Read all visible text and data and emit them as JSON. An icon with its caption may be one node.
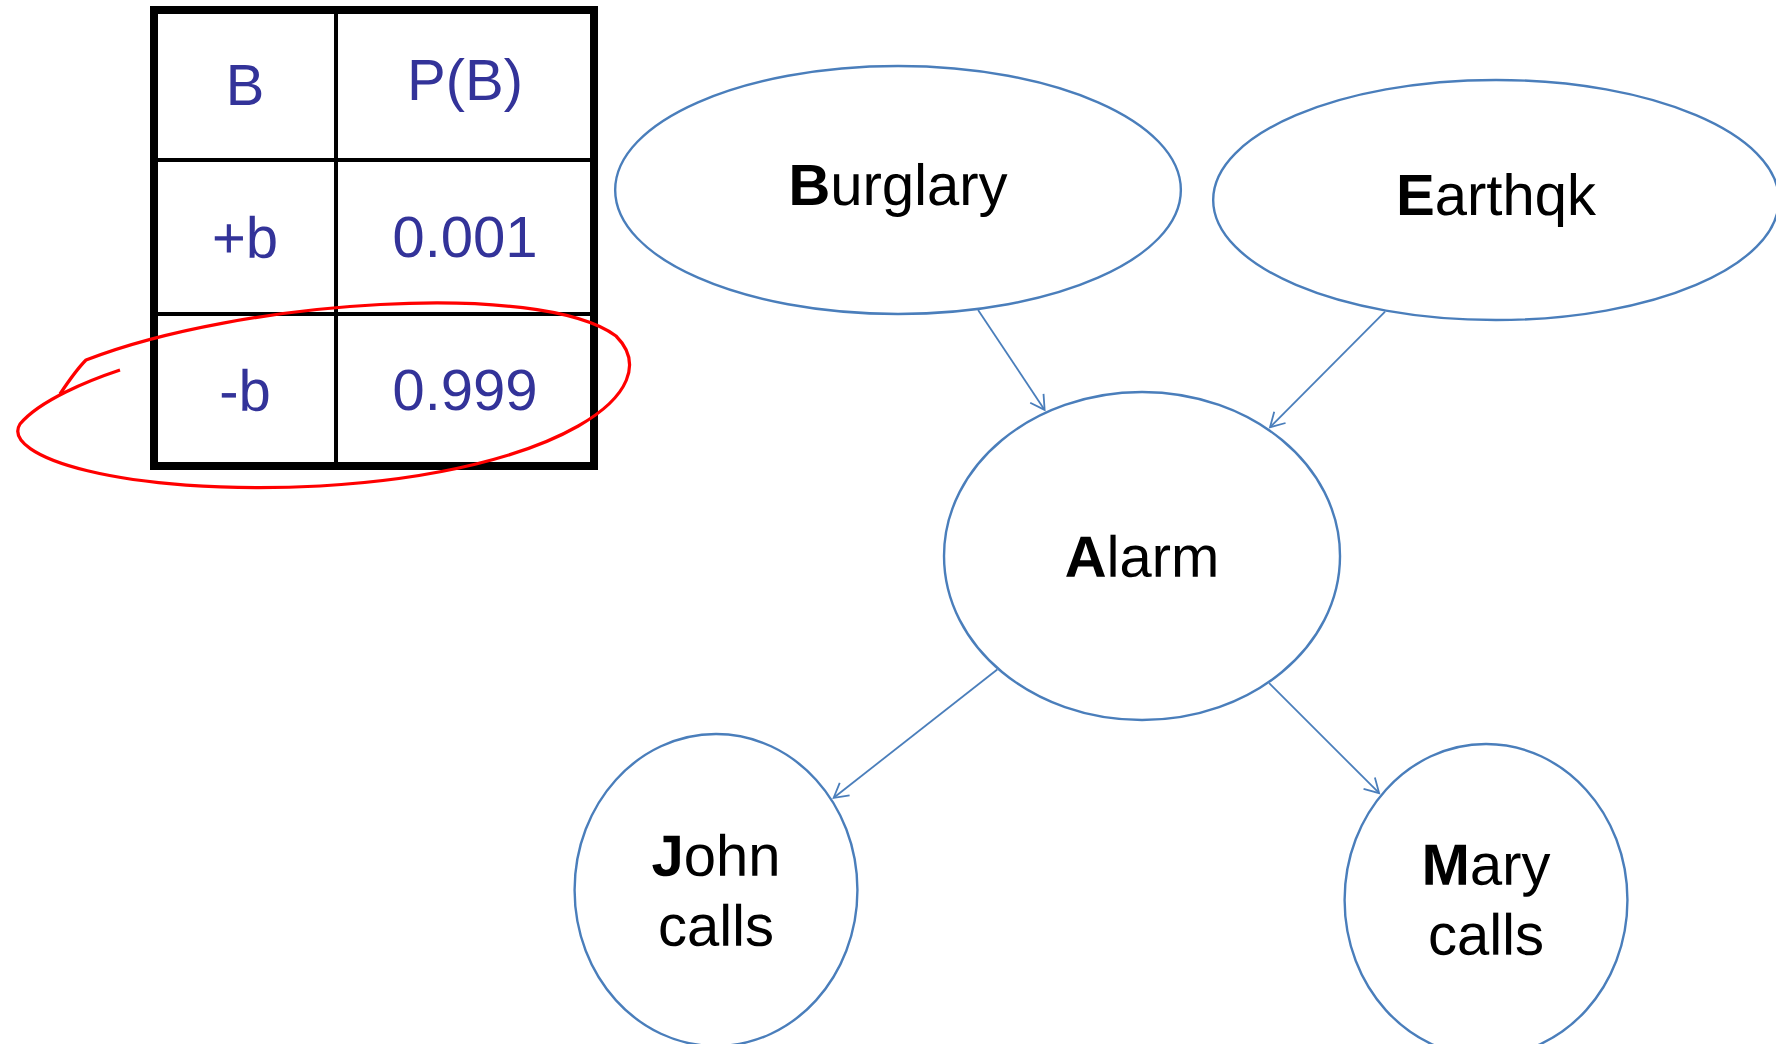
{
  "diagram": {
    "nodes": [
      {
        "text": [
          "**B**urglary"
        ]
      },
      {
        "text": [
          "**E**arthqk"
        ]
      },
      {
        "text": [
          "**A**larm"
        ]
      },
      {
        "text": [
          "**J**ohn calls"
        ]
      },
      {
        "text": [
          "**M**ary calls"
        ]
      }
    ],
    "edges": [
      {
        "from": 0,
        "to": 2,
        "arrow": "to"
      },
      {
        "from": 1,
        "to": 2,
        "arrow": "to"
      },
      {
        "from": 2,
        "to": 3,
        "arrow": "to"
      },
      {
        "from": 2,
        "to": 4,
        "arrow": "to"
      }
    ],
    "labels": [
      "B",
      "P(B)",
      "+b",
      "0.001",
      "-b",
      "0.999"
    ]
  }
}
